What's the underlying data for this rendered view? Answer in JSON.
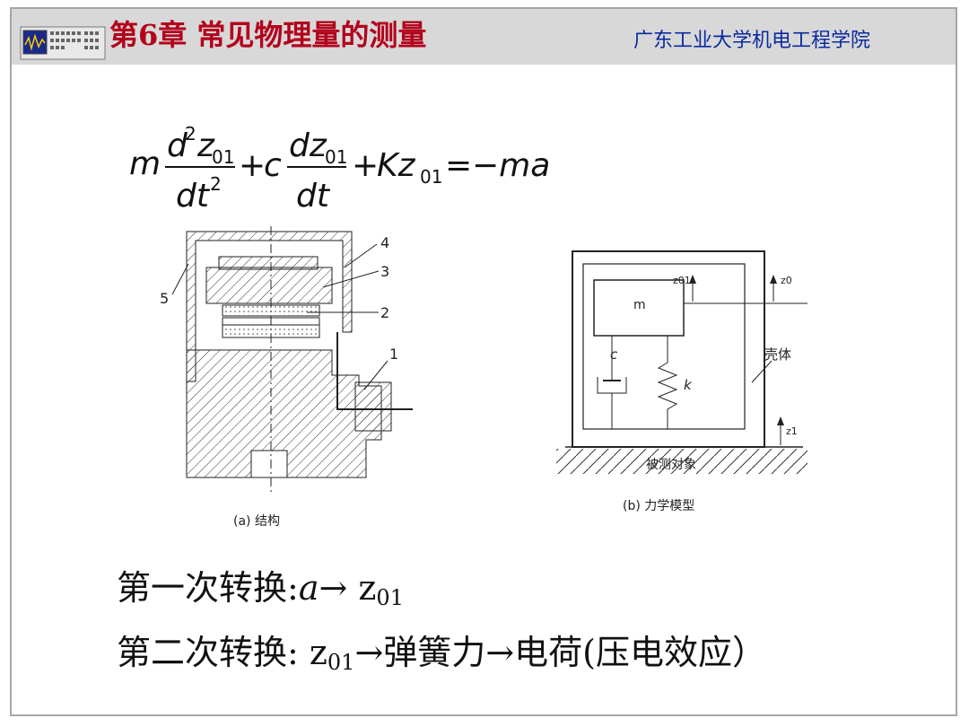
{
  "header": {
    "title": "第6章 常见物理量的测量",
    "institute": "广东工业大学机电工程学院",
    "logo_icon": "oscilloscope-icon"
  },
  "equation": {
    "m": "m",
    "d2": "d",
    "sup2": "2",
    "z": "z",
    "sub01": "01",
    "dt": "dt",
    "plus": "+",
    "c": "c",
    "dz": "dz",
    "K": "Kz",
    "equals": "=",
    "rhs": "−ma"
  },
  "figure_a": {
    "caption": "(a) 结构",
    "labels": [
      "1",
      "2",
      "3",
      "4",
      "5"
    ]
  },
  "figure_b": {
    "caption": "(b) 力学模型",
    "mass": "m",
    "damper": "c",
    "spring": "k",
    "shell": "壳体",
    "object": "被测对象",
    "z01": "z01",
    "z0": "z0",
    "z1": "z1"
  },
  "lines": {
    "first_prefix": "第一次转换:",
    "first_a": "a",
    "first_arrow": "→ z",
    "first_sub": "01",
    "second_prefix": "第二次转换: z",
    "second_sub": "01",
    "second_rest": "→弹簧力→电荷(压电效应）"
  },
  "colors": {
    "title": "#b3001b",
    "institute": "#0a2a9e",
    "header_bg": "#d8d8d8"
  }
}
